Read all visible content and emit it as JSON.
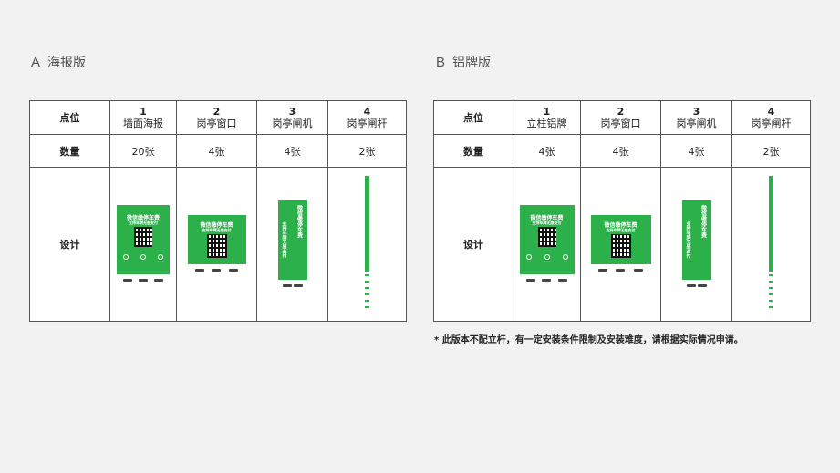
{
  "sections": {
    "a": {
      "letter": "A",
      "title": "海报版"
    },
    "b": {
      "letter": "B",
      "title": "铝牌版"
    }
  },
  "row_labels": {
    "points": "点位",
    "quantity": "数量",
    "design": "设计"
  },
  "table_a": {
    "columns": [
      {
        "num": "1",
        "name": "墙面海报",
        "qty": "20张"
      },
      {
        "num": "2",
        "name": "岗亭窗口",
        "qty": "4张"
      },
      {
        "num": "3",
        "name": "岗亭闸机",
        "qty": "4张"
      },
      {
        "num": "4",
        "name": "岗亭闸杆",
        "qty": "2张"
      }
    ]
  },
  "table_b": {
    "columns": [
      {
        "num": "1",
        "name": "立柱铝牌",
        "qty": "4张"
      },
      {
        "num": "2",
        "name": "岗亭窗口",
        "qty": "4张"
      },
      {
        "num": "3",
        "name": "岗亭闸机",
        "qty": "4张"
      },
      {
        "num": "4",
        "name": "岗亭闸杆",
        "qty": "2张"
      }
    ]
  },
  "poster": {
    "headline": "微信缴停车费",
    "subline": "支持车牌无感支付",
    "green": "#2bb04a"
  },
  "footnote": "* 此版本不配立杆，有一定安装条件限制及安装难度，请根据实际情况申请。"
}
